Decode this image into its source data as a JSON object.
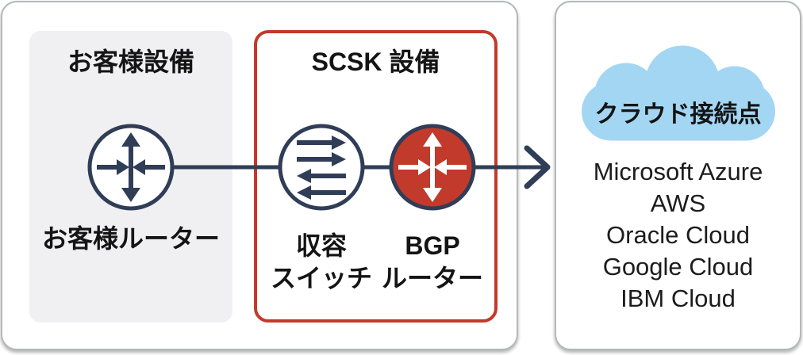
{
  "customer_box": {
    "title": "お客様設備",
    "router_label": "お客様ルーター"
  },
  "scsk_box": {
    "title": "SCSK 設備",
    "switch_label": [
      "収容",
      "スイッチ"
    ],
    "bgp_label": [
      "BGP",
      "ルーター"
    ]
  },
  "cloud_box": {
    "label": "クラウド接続点",
    "providers": [
      "Microsoft Azure",
      "AWS",
      "Oracle Cloud",
      "Google Cloud",
      "IBM Cloud"
    ]
  },
  "icons": {
    "customer_router": "router-icon",
    "accommodation_switch": "switch-icon",
    "bgp_router": "router-icon",
    "cloud": "cloud-icon",
    "connector": "right-arrow-line"
  },
  "colors": {
    "navy": "#303d57",
    "red": "#c23a2b",
    "cloud_blue": "#a3d6f3",
    "panel_gray": "#f0f0f3",
    "border_gray": "#b5b8bb",
    "text": "#141414",
    "white": "#ffffff"
  }
}
